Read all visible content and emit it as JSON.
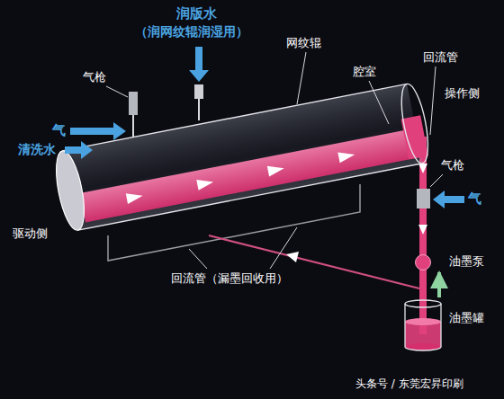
{
  "diagram": {
    "nodes": [
      {
        "text": [
          "油墨泵"
        ]
      },
      {
        "text": [
          "油墨罐"
        ]
      }
    ],
    "edges": [
      {
        "from": 1,
        "to": 0,
        "arrow": "to"
      }
    ],
    "labels": [
      "润版水",
      "（润网纹辊润湿用）",
      "网纹辊",
      "气枪",
      "腔室",
      "回流管",
      "操作侧",
      "气",
      "清洗水",
      "驱动侧",
      "气枪",
      "气",
      "回流管（漏墨回收用）",
      "头条号 / 东莞宏昇印刷"
    ]
  }
}
